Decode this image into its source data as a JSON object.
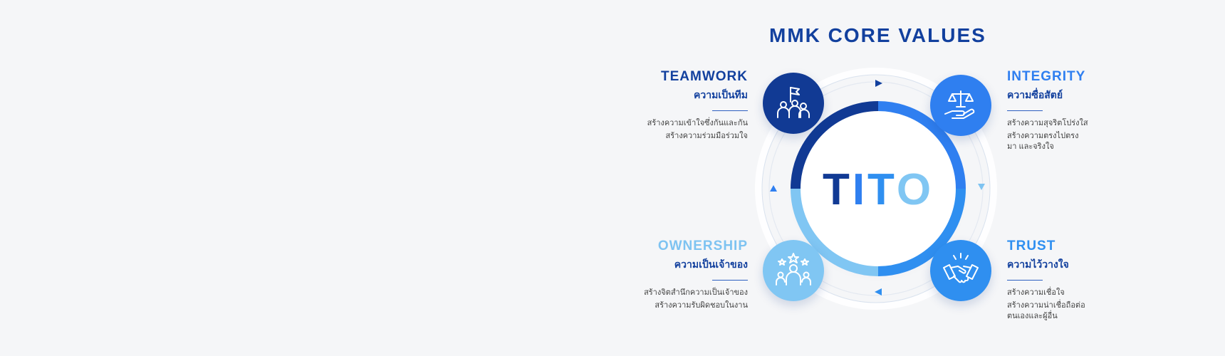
{
  "title": "MMK CORE VALUES",
  "center": {
    "letters": [
      "T",
      "I",
      "T",
      "O"
    ]
  },
  "colors": {
    "dark_blue": "#113a94",
    "blue": "#2f7ff0",
    "light_blue": "#80c6f3",
    "mid_blue": "#2f8ff0"
  },
  "values": {
    "teamwork": {
      "name": "TEAMWORK",
      "thai": "ความเป็นทีม",
      "desc": [
        "สร้างความเข้าใจซึ่งกันและกัน",
        "สร้างความร่วมมือร่วมใจ"
      ],
      "icon": "team-flag-icon"
    },
    "integrity": {
      "name": "INTEGRITY",
      "thai": "ความซื่อสัตย์",
      "desc": [
        "สร้างความสุจริตโปร่งใส",
        "สร้างความตรงไปตรงมา และจริงใจ"
      ],
      "icon": "scales-hand-icon"
    },
    "ownership": {
      "name": "OWNERSHIP",
      "thai": "ความเป็นเจ้าของ",
      "desc": [
        "สร้างจิตสำนึกความเป็นเจ้าของ",
        "สร้างความรับผิดชอบในงาน"
      ],
      "icon": "person-stars-icon"
    },
    "trust": {
      "name": "TRUST",
      "thai": "ความไว้วางใจ",
      "desc": [
        "สร้างความเชื่อใจ",
        "สร้างความน่าเชื่อถือต่อ ตนเองและผู้อื่น"
      ],
      "icon": "handshake-icon"
    }
  }
}
